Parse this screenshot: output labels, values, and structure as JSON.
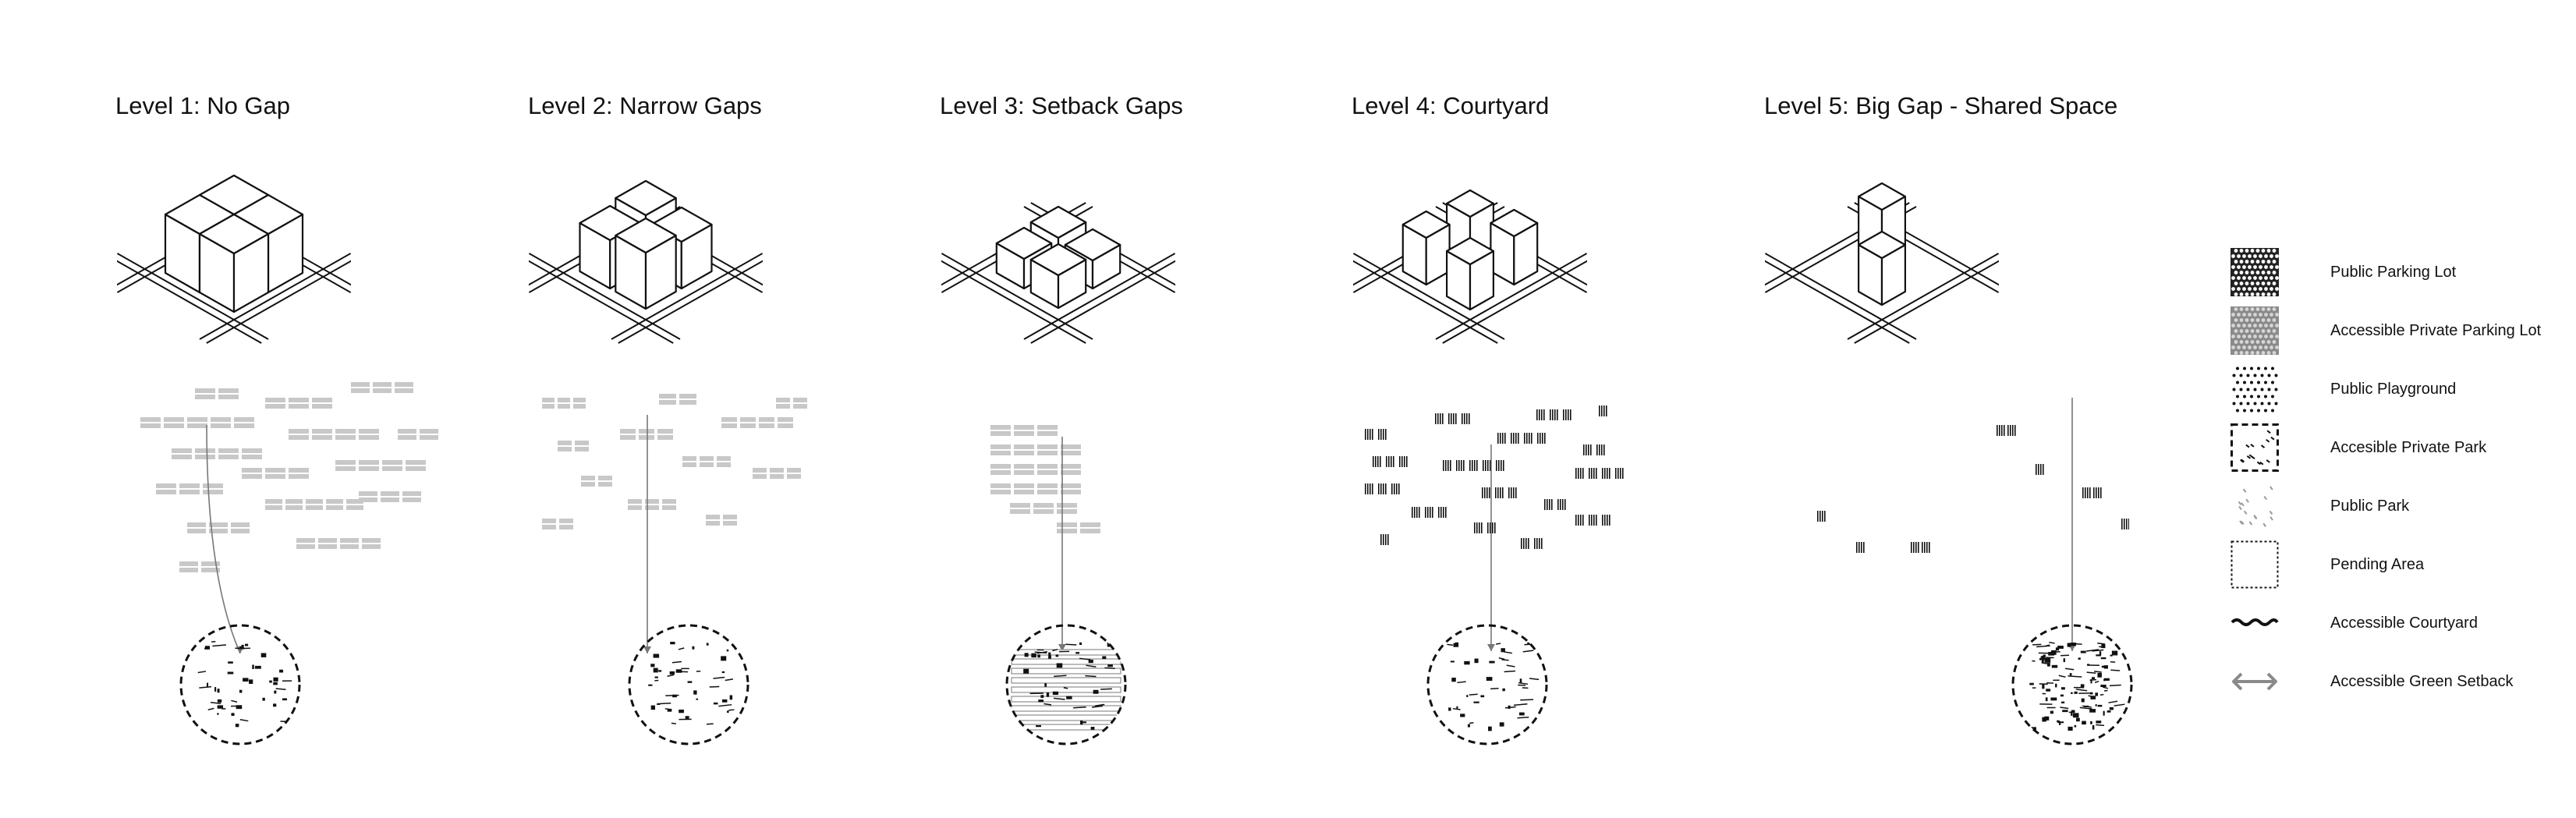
{
  "levels": [
    {
      "title": "Level 1: No Gap"
    },
    {
      "title": "Level 2: Narrow Gaps"
    },
    {
      "title": "Level 3: Setback Gaps"
    },
    {
      "title": "Level 4: Courtyard"
    },
    {
      "title": "Level 5: Big Gap - Shared Space"
    }
  ],
  "legend": [
    {
      "label": "Public Parking Lot",
      "icon": "dense-dot-pattern-icon"
    },
    {
      "label": "Accessible Private Parking Lot",
      "icon": "grey-dot-pattern-icon"
    },
    {
      "label": "Public Playground",
      "icon": "sparse-dot-pattern-icon"
    },
    {
      "label": "Accesible Private Park",
      "icon": "dashed-scatter-pattern-icon"
    },
    {
      "label": "Public Park",
      "icon": "scatter-pattern-icon"
    },
    {
      "label": "Pending Area",
      "icon": "dotted-square-icon"
    },
    {
      "label": "Accessible Courtyard",
      "icon": "wavy-line-icon"
    },
    {
      "label": "Accessible Green Setback",
      "icon": "double-arrow-icon"
    }
  ],
  "colors": {
    "ink": "#111111",
    "block_grey": "#c8c8c8",
    "line_grey": "#777777"
  }
}
